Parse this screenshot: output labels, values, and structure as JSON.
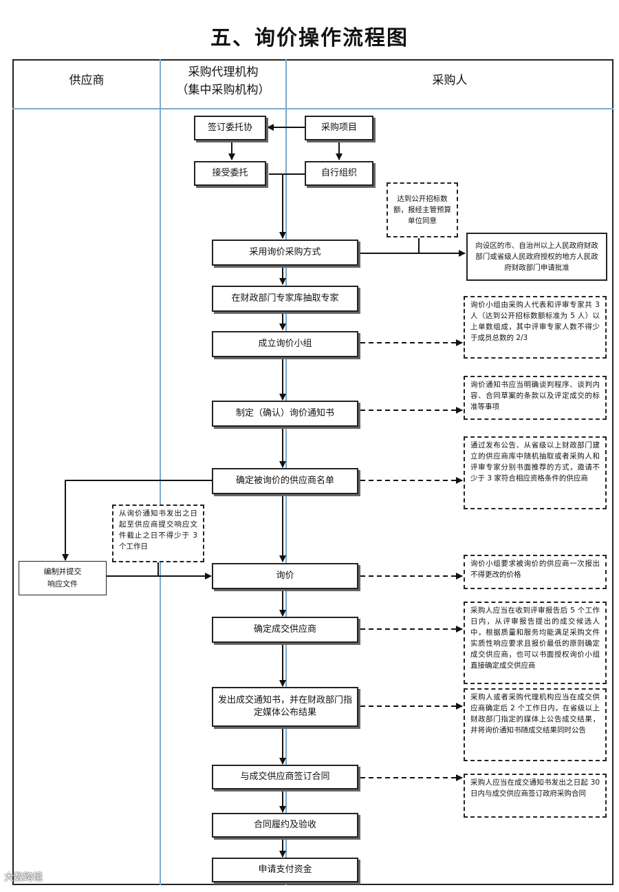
{
  "title": "五、询价操作流程图",
  "lanes": {
    "supplier": "供应商",
    "agency_line1": "采购代理机构",
    "agency_line2": "（集中采购机构）",
    "purchaser": "采购人"
  },
  "boxes": {
    "sign_agreement": "签订委托协",
    "purchase_project": "采购项目",
    "accept_entrust": "接受委托",
    "self_organize": "自行组织",
    "adopt_inquiry": "采用询价采购方式",
    "draw_experts": "在财政部门专家库抽取专家",
    "form_group": "成立询价小组",
    "draft_notice": "制定（确认）询价通知书",
    "determine_suppliers": "确定被询价的供应商名单",
    "prepare_response": "编制并提交\n响应文件",
    "inquiry": "询价",
    "determine_winner": "确定成交供应商",
    "issue_notice": "发出成交通知书，并在财政部门指定媒体公布结果",
    "sign_contract": "与成交供应商签订合同",
    "perform_contract": "合同履约及验收",
    "apply_payment": "申请支付资金"
  },
  "notes": {
    "threshold": "达到公开招标数额，报经主管预算单位同意",
    "approval": "向设区的市、自治州以上人民政府财政部门或省级人民政府授权的地方人民政府财政部门申请批准",
    "group_composition": "询价小组由采购人代表和评审专家共 3 人（达到公开招标数额标准为 5 人）以上单数组成，其中评审专家人数不得少于成员总数的 2/3",
    "notice_content": "询价通知书应当明确谈判程序、谈判内容、合同草案的条款以及评定成交的标准等事项",
    "supplier_selection": "通过发布公告、从省级以上财政部门建立的供应商库中随机抽取或者采购人和评审专家分别书面推荐的方式，邀请不少于 3 家符合相应资格条件的供应商",
    "response_period": "从询价通知书发出之日起至供应商提交响应文件截止之日不得少于 3 个工作日",
    "one_quote": "询价小组要求被询价的供应商一次报出不得更改的价格",
    "winner_rule": "采购人应当在收到评审报告后 5 个工作日内，从评审报告提出的成交候选人中，根据质量和服务均能满足采购文件实质性响应要求且报价最低的原则确定成交供应商，也可以书面授权询价小组直接确定成交供应商",
    "publish_rule": "采购人或者采购代理机构应当在成交供应商确定后 2 个工作日内，在省级以上财政部门指定的媒体上公告成交结果，并将询价通知书随成交结果同时公告",
    "contract_rule": "采购人应当在成交通知书发出之日起 30 日内与成交供应商签订政府采购合同"
  },
  "watermark": "大数跨境"
}
